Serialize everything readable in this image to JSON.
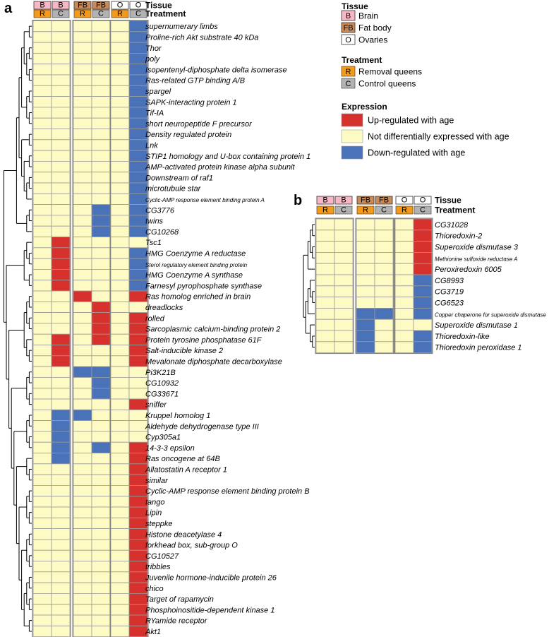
{
  "colors": {
    "up": "#d7312e",
    "none": "#fdfbc3",
    "down": "#4a72b8",
    "brain": "#f7b7c5",
    "fat_body": "#c98a57",
    "ovaries": "#ffffff",
    "removal": "#f39a1b",
    "control": "#b2b2b2",
    "grid": "#9a9a9a",
    "tree": "#000000"
  },
  "legend": {
    "tissue_title": "Tissue",
    "tissue_items": [
      {
        "code": "B",
        "label": "Brain",
        "color_key": "brain"
      },
      {
        "code": "FB",
        "label": "Fat body",
        "color_key": "fat_body"
      },
      {
        "code": "O",
        "label": "Ovaries",
        "color_key": "ovaries"
      }
    ],
    "treatment_title": "Treatment",
    "treatment_items": [
      {
        "code": "R",
        "label": "Removal queens",
        "color_key": "removal"
      },
      {
        "code": "C",
        "label": "Control queens",
        "color_key": "control"
      }
    ],
    "expression_title": "Expression",
    "expression_items": [
      {
        "label": "Up-regulated with age",
        "color_key": "up"
      },
      {
        "label": "Not differentially expressed with age",
        "color_key": "none"
      },
      {
        "label": "Down-regulated with age",
        "color_key": "down"
      }
    ]
  },
  "chart_data": [
    {
      "type": "heatmap",
      "panel_label": "a",
      "tissue_label": "Tissue",
      "treatment_label": "Treatment",
      "columns": [
        {
          "tissue": "B",
          "treatment": "R"
        },
        {
          "tissue": "B",
          "treatment": "C"
        },
        {
          "tissue": "FB",
          "treatment": "R"
        },
        {
          "tissue": "FB",
          "treatment": "C"
        },
        {
          "tissue": "O",
          "treatment": "R"
        },
        {
          "tissue": "O",
          "treatment": "C"
        }
      ],
      "value_codes": {
        "1": "Up-regulated with age",
        "0": "Not differentially expressed with age",
        "-1": "Down-regulated with age"
      },
      "rows": [
        {
          "gene": "supernumerary limbs",
          "values": [
            0,
            0,
            0,
            0,
            0,
            -1
          ]
        },
        {
          "gene": "Proline-rich Akt substrate 40 kDa",
          "values": [
            0,
            0,
            0,
            0,
            0,
            -1
          ]
        },
        {
          "gene": "Thor",
          "values": [
            0,
            0,
            0,
            0,
            0,
            -1
          ]
        },
        {
          "gene": "poly",
          "values": [
            0,
            0,
            0,
            0,
            0,
            -1
          ]
        },
        {
          "gene": "Isopentenyl-diphosphate delta isomerase",
          "values": [
            0,
            0,
            0,
            0,
            0,
            -1
          ]
        },
        {
          "gene": "Ras-related GTP binding A/B",
          "values": [
            0,
            0,
            0,
            0,
            0,
            -1
          ]
        },
        {
          "gene": "spargel",
          "values": [
            0,
            0,
            0,
            0,
            0,
            -1
          ]
        },
        {
          "gene": "SAPK-interacting protein 1",
          "values": [
            0,
            0,
            0,
            0,
            0,
            -1
          ]
        },
        {
          "gene": "Tif-IA",
          "values": [
            0,
            0,
            0,
            0,
            0,
            -1
          ]
        },
        {
          "gene": "short neuropeptide F precursor",
          "values": [
            0,
            0,
            0,
            0,
            0,
            -1
          ]
        },
        {
          "gene": "Density regulated protein",
          "values": [
            0,
            0,
            0,
            0,
            0,
            -1
          ]
        },
        {
          "gene": "Lnk",
          "values": [
            0,
            0,
            0,
            0,
            0,
            -1
          ]
        },
        {
          "gene": "STIP1 homology and U-box containing protein 1",
          "values": [
            0,
            0,
            0,
            0,
            0,
            -1
          ]
        },
        {
          "gene": "AMP-activated protein kinase alpha subunit",
          "values": [
            0,
            0,
            0,
            0,
            0,
            -1
          ]
        },
        {
          "gene": "Downstream of raf1",
          "values": [
            0,
            0,
            0,
            0,
            0,
            -1
          ]
        },
        {
          "gene": "microtubule star",
          "values": [
            0,
            0,
            0,
            0,
            0,
            -1
          ]
        },
        {
          "gene": "Cyclic-AMP response element binding protein A",
          "values": [
            0,
            0,
            0,
            0,
            0,
            -1
          ],
          "small": true
        },
        {
          "gene": "CG3776",
          "values": [
            0,
            0,
            0,
            -1,
            0,
            -1
          ]
        },
        {
          "gene": "twins",
          "values": [
            0,
            0,
            0,
            -1,
            0,
            -1
          ]
        },
        {
          "gene": "CG10268",
          "values": [
            0,
            0,
            0,
            -1,
            0,
            -1
          ]
        },
        {
          "gene": "Tsc1",
          "values": [
            0,
            1,
            0,
            0,
            0,
            0
          ]
        },
        {
          "gene": "HMG Coenzyme A reductase",
          "values": [
            0,
            1,
            0,
            0,
            0,
            -1
          ]
        },
        {
          "gene": "Sterol regulatory element binding protein",
          "values": [
            0,
            1,
            0,
            0,
            0,
            -1
          ],
          "small": true
        },
        {
          "gene": "HMG Coenzyme A synthase",
          "values": [
            0,
            1,
            0,
            0,
            0,
            -1
          ]
        },
        {
          "gene": "Farnesyl pyrophosphate synthase",
          "values": [
            0,
            1,
            0,
            0,
            0,
            -1
          ]
        },
        {
          "gene": "Ras homolog enriched in brain",
          "values": [
            0,
            0,
            1,
            0,
            0,
            1
          ]
        },
        {
          "gene": "dreadlocks",
          "values": [
            0,
            0,
            0,
            1,
            0,
            0
          ]
        },
        {
          "gene": "rolled",
          "values": [
            0,
            0,
            0,
            1,
            0,
            1
          ]
        },
        {
          "gene": "Sarcoplasmic calcium-binding protein 2",
          "values": [
            0,
            0,
            0,
            1,
            0,
            1
          ]
        },
        {
          "gene": "Protein tyrosine phosphatase 61F",
          "values": [
            0,
            1,
            0,
            1,
            0,
            1
          ]
        },
        {
          "gene": "Salt-inducible kinase 2",
          "values": [
            0,
            1,
            0,
            0,
            0,
            1
          ]
        },
        {
          "gene": "Mevalonate diphosphate decarboxylase",
          "values": [
            0,
            1,
            0,
            0,
            0,
            1
          ]
        },
        {
          "gene": "Pi3K21B",
          "values": [
            0,
            0,
            -1,
            -1,
            0,
            0
          ]
        },
        {
          "gene": "CG10932",
          "values": [
            0,
            0,
            0,
            -1,
            0,
            0
          ]
        },
        {
          "gene": "CG33671",
          "values": [
            0,
            0,
            0,
            -1,
            0,
            0
          ]
        },
        {
          "gene": "sniffer",
          "values": [
            0,
            0,
            0,
            0,
            0,
            1
          ]
        },
        {
          "gene": "Kruppel homolog 1",
          "values": [
            0,
            -1,
            -1,
            0,
            0,
            0
          ]
        },
        {
          "gene": "Aldehyde dehydrogenase type III",
          "values": [
            0,
            -1,
            0,
            0,
            0,
            0
          ]
        },
        {
          "gene": "Cyp305a1",
          "values": [
            0,
            -1,
            0,
            0,
            0,
            0
          ]
        },
        {
          "gene": "14-3-3 epsilon",
          "values": [
            0,
            -1,
            0,
            -1,
            0,
            1
          ]
        },
        {
          "gene": "Ras oncogene at 64B",
          "values": [
            0,
            -1,
            0,
            0,
            0,
            1
          ]
        },
        {
          "gene": "Allatostatin A receptor 1",
          "values": [
            0,
            0,
            0,
            0,
            0,
            1
          ]
        },
        {
          "gene": "similar",
          "values": [
            0,
            0,
            0,
            0,
            0,
            1
          ]
        },
        {
          "gene": "Cyclic-AMP response element binding protein B",
          "values": [
            0,
            0,
            0,
            0,
            0,
            1
          ]
        },
        {
          "gene": "tango",
          "values": [
            0,
            0,
            0,
            0,
            0,
            1
          ]
        },
        {
          "gene": "Lipin",
          "values": [
            0,
            0,
            0,
            0,
            0,
            1
          ]
        },
        {
          "gene": "steppke",
          "values": [
            0,
            0,
            0,
            0,
            0,
            1
          ]
        },
        {
          "gene": "Histone deacetylase 4",
          "values": [
            0,
            0,
            0,
            0,
            0,
            1
          ]
        },
        {
          "gene": "forkhead box, sub-group O",
          "values": [
            0,
            0,
            0,
            0,
            0,
            1
          ]
        },
        {
          "gene": "CG10527",
          "values": [
            0,
            0,
            0,
            0,
            0,
            1
          ]
        },
        {
          "gene": "tribbles",
          "values": [
            0,
            0,
            0,
            0,
            0,
            1
          ]
        },
        {
          "gene": "Juvenile hormone-inducible protein 26",
          "values": [
            0,
            0,
            0,
            0,
            0,
            1
          ]
        },
        {
          "gene": "chico",
          "values": [
            0,
            0,
            0,
            0,
            0,
            1
          ]
        },
        {
          "gene": "Target of rapamycin",
          "values": [
            0,
            0,
            0,
            0,
            0,
            1
          ]
        },
        {
          "gene": "Phosphoinositide-dependent kinase 1",
          "values": [
            0,
            0,
            0,
            0,
            0,
            1
          ]
        },
        {
          "gene": "RYamide receptor",
          "values": [
            0,
            0,
            0,
            0,
            0,
            1
          ]
        },
        {
          "gene": "Akt1",
          "values": [
            0,
            0,
            0,
            0,
            0,
            1
          ]
        }
      ]
    },
    {
      "type": "heatmap",
      "panel_label": "b",
      "tissue_label": "Tissue",
      "treatment_label": "Treatment",
      "columns": [
        {
          "tissue": "B",
          "treatment": "R"
        },
        {
          "tissue": "B",
          "treatment": "C"
        },
        {
          "tissue": "FB",
          "treatment": "R"
        },
        {
          "tissue": "FB",
          "treatment": "C"
        },
        {
          "tissue": "O",
          "treatment": "R"
        },
        {
          "tissue": "O",
          "treatment": "C"
        }
      ],
      "value_codes": {
        "1": "Up-regulated with age",
        "0": "Not differentially expressed with age",
        "-1": "Down-regulated with age"
      },
      "rows": [
        {
          "gene": "CG31028",
          "values": [
            0,
            0,
            0,
            0,
            0,
            1
          ]
        },
        {
          "gene": "Thioredoxin-2",
          "values": [
            0,
            0,
            0,
            0,
            0,
            1
          ]
        },
        {
          "gene": "Superoxide dismutase 3",
          "values": [
            0,
            0,
            0,
            0,
            0,
            1
          ]
        },
        {
          "gene": "Methionine sulfoxide reductase A",
          "values": [
            0,
            0,
            0,
            0,
            0,
            1
          ],
          "small": true
        },
        {
          "gene": "Peroxiredoxin 6005",
          "values": [
            0,
            0,
            0,
            0,
            0,
            1
          ]
        },
        {
          "gene": "CG8993",
          "values": [
            0,
            0,
            0,
            0,
            0,
            -1
          ]
        },
        {
          "gene": "CG3719",
          "values": [
            0,
            0,
            0,
            0,
            0,
            -1
          ]
        },
        {
          "gene": "CG6523",
          "values": [
            0,
            0,
            0,
            0,
            0,
            -1
          ]
        },
        {
          "gene": "Copper chaperone for superoxide dismutase",
          "values": [
            0,
            0,
            -1,
            -1,
            0,
            -1
          ],
          "small": true
        },
        {
          "gene": "Superoxide dismutase 1",
          "values": [
            0,
            0,
            -1,
            0,
            0,
            0
          ]
        },
        {
          "gene": "Thioredoxin-like",
          "values": [
            0,
            0,
            -1,
            0,
            0,
            -1
          ]
        },
        {
          "gene": "Thioredoxin peroxidase 1",
          "values": [
            0,
            0,
            -1,
            0,
            0,
            -1
          ]
        }
      ]
    }
  ]
}
